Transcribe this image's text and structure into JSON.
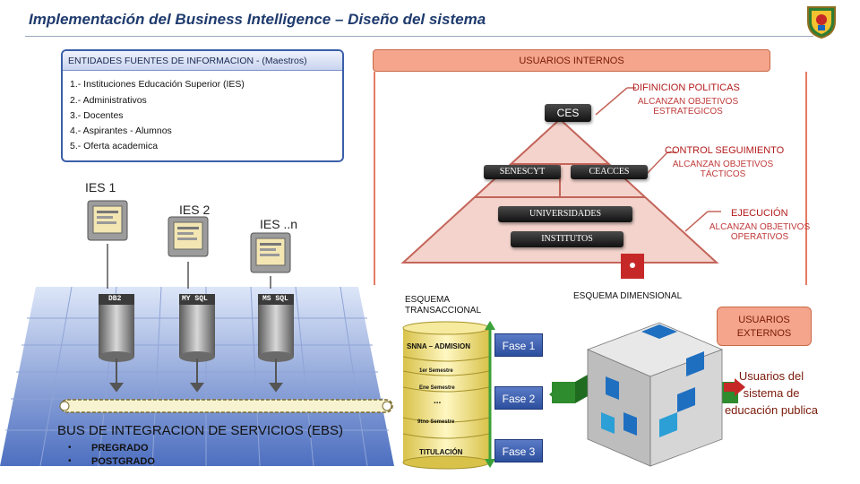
{
  "title": "Implementación del Business Intelligence – Diseño del sistema",
  "sources": {
    "header": "ENTIDADES FUENTES DE INFORMACION - (Maestros)",
    "items": [
      "1.- Instituciones Educación Superior (IES)",
      "2.- Administrativos",
      "3.- Docentes",
      "4.- Aspirantes -  Alumnos",
      "5.- Oferta academica"
    ]
  },
  "ies": [
    "IES 1",
    "IES 2",
    "IES ..n"
  ],
  "databases": [
    "DB2",
    "MY SQL",
    "MS SQL"
  ],
  "ebs": {
    "label": "BUS DE INTEGRACION DE SERVICIOS (EBS)",
    "items": [
      "PREGRADO",
      "POSTGRADO"
    ],
    "bullet": "•"
  },
  "internal": {
    "header": "USUARIOS INTERNOS",
    "ces": "CES",
    "senescyt": "SENESCYT",
    "ceacces": "CEACCES",
    "universidades": "UNIVERSIDADES",
    "institutos": "INSTITUTOS",
    "definicion": "DIFINICION POLITICAS",
    "definicion_sub": "ALCANZAN OBJETIVOS ESTRATEGICOS",
    "control": "CONTROL SEGUIMIENTO",
    "control_sub": "ALCANZAN  OBJETIVOS TÁCTICOS",
    "ejecucion": "EJECUCIÓN",
    "ejecucion_sub": "ALCANZAN OBJETIVOS OPERATIVOS"
  },
  "esquemas": {
    "transaccional": "ESQUEMA TRANSACCIONAL",
    "dimensional": "ESQUEMA DIMENSIONAL"
  },
  "cylinders": {
    "admision": "SNNA – ADMISION",
    "primer": "1er Semestre",
    "enes": "Ene Semestre",
    "dots": "...",
    "noveno": "9tno Semestre",
    "titulacion": "TITULACIÓN"
  },
  "fases": [
    "Fase 1",
    "Fase 2",
    "Fase 3"
  ],
  "external": {
    "header": "USUARIOS EXTERNOS",
    "description": "Usuarios del sistema de educación publica"
  },
  "colors": {
    "title": "#1f3b6e",
    "accent_red": "#b21b1b",
    "pink_header": "#f4a58b",
    "fase_blue": "#2c4f9e",
    "green_arrow": "#3aa03a"
  }
}
